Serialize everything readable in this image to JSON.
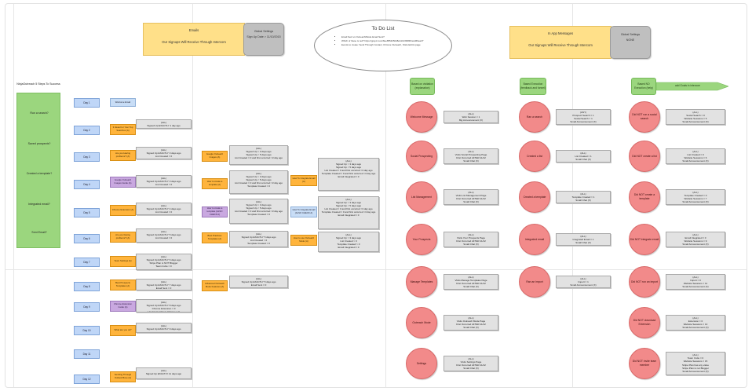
{
  "emails": {
    "header_title": "Emails",
    "header_subtitle": "Our Signups Will Receive Through Intercom",
    "global_settings_title": "Global Settings",
    "global_settings_value": "Sign Up Date > 11/10/2015"
  },
  "todo": {
    "title": "To Do List",
    "items": [
      "Email Sent vs Outreach/Mode Email Sent?",
      "Which of these is red? https://graycr.com/8ee8552b50d8eb10c/9684fba1d66ea4?",
      "Events to create: Send Through Contact, Chrome Outreach, Visits EACH page"
    ]
  },
  "inapp": {
    "header_title": "In App Messages",
    "header_subtitle": "Our Signups Will Receive Through Intercom",
    "global_settings_title": "Global Settings",
    "global_settings_value": "NONE"
  },
  "steps": {
    "title": "NinjaOutreach 5 Steps To Success",
    "items": [
      "Run a search?",
      "Saved prospects?",
      "Created a template?",
      "Integrated email?",
      "Sent Email?"
    ]
  },
  "days": [
    "Day 1",
    "Day 2",
    "Day 3",
    "Day 4",
    "Day 5",
    "Day 6",
    "Day 7",
    "Day 8",
    "Day 9",
    "Day 10",
    "Day 11",
    "Day 12"
  ],
  "day_emails": [
    {
      "label": "Welcome Email",
      "style": "lblue"
    },
    {
      "label": "3 Ideas For Your Top Searches (A)",
      "style": "orange"
    },
    {
      "label": "Are you Having problems? (A)",
      "style": "orange"
    },
    {
      "label": "Google Outreach Images Guide (A)",
      "style": "purple"
    },
    {
      "label": "Chrome Extension (A)",
      "style": "orange"
    },
    {
      "label": "Are you having problems? (A)",
      "style": "orange"
    },
    {
      "label": "Team Settings (A)",
      "style": "orange"
    },
    {
      "label": "Best Prospects Templates (A)",
      "style": "orange"
    },
    {
      "label": "Chrome Extension Guide (A)",
      "style": "purple"
    },
    {
      "label": "What are you ok?",
      "style": "orange"
    },
    {
      "label": "Sending Through Outlook Boxe (A)",
      "style": "orange"
    }
  ],
  "day_conditions": [
    "(ALL)\nSigned Up EXACTLY 1 day ago",
    "(ALL)\nSigned Up EXACTLY 3 days ago\nList Created = 0",
    "(ALL)\nSigned Up EXACTLY 3 days ago\nList Created = 0",
    "(ALL)\nSigned Up EXACTLY 4 days ago\nList Created = 0",
    "(ALL)\nSigned Up EXACTLY 5 days ago\nList Created = 0",
    "(ALL)\nSigned Up EXACTLY 6 days ago\nStripe Plan is NOT Blogger\nTeam Invite = 0",
    "(ALL)\nSigned Up EXACTLY 7 days ago\nEmail Sent = 0",
    "(ALL)\nSigned Up EXACTLY 8 days ago\nChrome Extension = 0\nList Created From Chrome = 0",
    "(ALL)\nSigned Up EXACTLY 9 days ago",
    "(ALL)\nSigned Up EXACTLY 11 days ago"
  ],
  "second_emails": [
    "Google Outreach Images (A)",
    "How to create a template (A)",
    "How to create a template (ALSO CHECK A)",
    "Best Practices Templates (A)",
    "Advanced Outreach Mode Features (A)"
  ],
  "second_conditions": [
    "(ALL)\nSigned Up > 3 days ago\nSigned Up < 5 days ago\nList Created = 0 and first occurred >3 day ago",
    "(ALL)\nSigned Up > 3 days ago\nSigned Up < 5 days ago\nList Created = 0 and first occurred >3 day ago\nTemplate Created = 0",
    "(ALL)\nSigned Up > 3 days ago\nSigned Up < 5 days ago\nList Created = 0 and first occurred >3 day ago\nTemplate Created = 0",
    "(ALL)\nSigned Up EXACTLY 5 days ago\nList Created > 0\nTemplate Created = 0",
    "(ALL)\nSigned Up EXACTLY 5 days ago\nEmail Sent = 0"
  ],
  "third_emails": [
    "How To Integrate Email (A)",
    "How To Integrate Email (ALSO CHECK A)",
    "How to use Outreach Mode (A)"
  ],
  "third_conditions": [
    "(ALL)\nSigned Up > 3 days ago\nSigned Up < 5 days ago\nList Created = 0 and first occurred >3 day ago\nTemplate Created = 0 and first occurred >3 day ago\nEmail Integrated = 0",
    "(ALL)\nSigned Up > 3 days ago\nSigned Up < 5 days ago\nList Created = 0 and first occurred >3 day ago\nTemplate Created = 0 and first occurred >3 day ago\nEmail Integrated = 0",
    "(ALL)\nSigned Up > 3 days ago\nList Created > 0\nTemplate Created > 0\nEmail Integrated = 0"
  ],
  "col_headers": {
    "a": "Based on visitation (explanation)",
    "b": "Based Execution (feedback and funnel)",
    "c": "Based NO Execution (help)",
    "d": "add Goals in intercom"
  },
  "visitation": [
    {
      "circle": "Welcome Message",
      "cond": "(ALL)\nWeb Session = 1\nBig Announcement (X)"
    },
    {
      "circle": "Social Prospecting",
      "cond": "(ALL)\nVisits Social Prospecting Page\nFirst Occurred AFTER 11/12\nSmall Chat (X)"
    },
    {
      "circle": "List Management",
      "cond": "(ALL)\nVisits List Management Page\nFirst Occurred AFTER 11/12\nSmall Chat (X)"
    },
    {
      "circle": "Your Prospects",
      "cond": "(ALL)\nVisits Your Prospects Page\nFirst Occurred AFTER 11/12\nSmall Chat (X)"
    },
    {
      "circle": "Manage Templates",
      "cond": "(ALL)\nVisits Manage Templates Page\nFirst Occurred AFTER 11/12\nSmall Chat (X)"
    },
    {
      "circle": "Outreach Mode",
      "cond": "(ALL)\nVisits Outreach Mode Page\nFirst Occurred AFTER 11/12\nSmall Chat (X)"
    },
    {
      "circle": "Settings",
      "cond": "(ALL)\nVisits Settings Page\nFirst Occurred AFTER 11/12\nSmall Chat (X)"
    }
  ],
  "execution": [
    {
      "circle": "Ran a search",
      "cond": "(ANY)\nProspect Search = 1\nSocial Search = 1\nSmall Announcement (X)"
    },
    {
      "circle": "Created a list",
      "cond": "(ALL)\nList Created = 1\nSmall Chat (X)"
    },
    {
      "circle": "Created a template",
      "cond": "(ALL)\nTemplate Created = 1\nSmall Chat (X)"
    },
    {
      "circle": "Integrated email",
      "cond": "(ALL)\nIntegrated Email = 1\nSmall Chat (X)"
    },
    {
      "circle": "Ran an import",
      "cond": "(ALL)\nImport = 1\nSmall Announcement (X)"
    }
  ],
  "no_execution": [
    {
      "circle": "Did NOT run a social search",
      "cond": "(ALL)\nSocial Search = 0\nWebsite Sessions = 5\nSmall Announcement (X)"
    },
    {
      "circle": "Did NOT create a list",
      "cond": "(ALL)\nList Created = 0\nWebsite Sessions = 6\nSmall Announcement (X)"
    },
    {
      "circle": "Did NOT create a template",
      "cond": "(ALL)\nTemplate Created = 0\nWebsite Sessions = 7\nSmall Announcement (X)"
    },
    {
      "circle": "Did NOT integrate email",
      "cond": "(ALL)\nEmail Integrated = 0\nWebsite Sessions = 9\nSmall Announcement (X)"
    },
    {
      "circle": "Did NOT run an import",
      "cond": "(ALL)\nImport = 0\nWebsite Sessions = 11\nSmall Announcement (X)"
    },
    {
      "circle": "Did NOT download Extension",
      "cond": "(ALL)\nExtension = 0\nWebsite Sessions = 13\nSmall Announcement (X)"
    },
    {
      "circle": "Did NOT invite team member",
      "cond": "(ALL)\nTeam Invite = 0\nWebsite Sessions = 15\nStripe Plan has any value\nStripe Plan is not Blogger\nSmall Announcement (X)"
    }
  ]
}
